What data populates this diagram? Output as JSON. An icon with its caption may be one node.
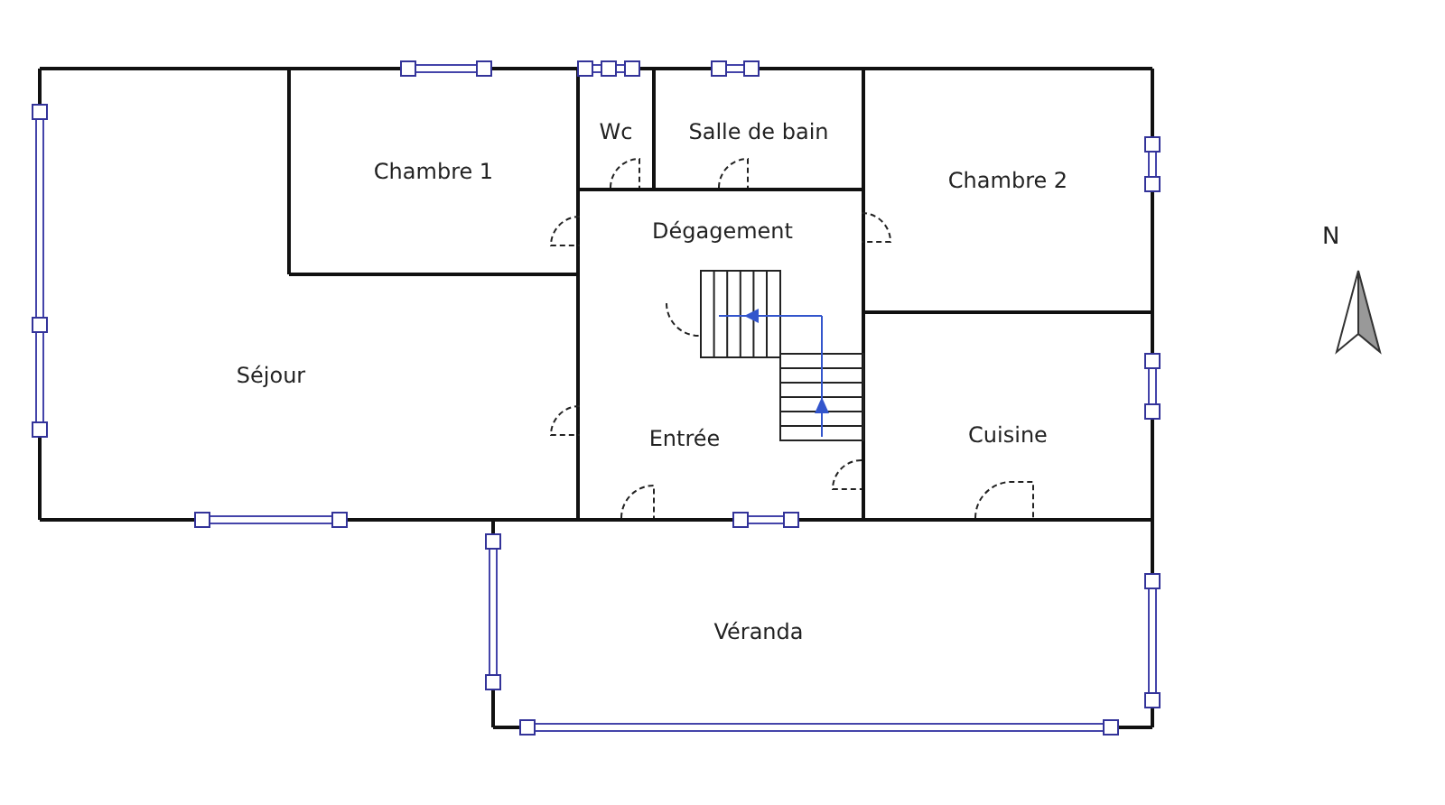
{
  "diagram": {
    "nodes": [
      {
        "text": [
          "Chambre 1"
        ]
      },
      {
        "text": [
          "Wc"
        ]
      },
      {
        "text": [
          "Salle de bain"
        ]
      },
      {
        "text": [
          "Chambre 2"
        ]
      },
      {
        "text": [
          "Dégagement"
        ]
      },
      {
        "text": [
          "Séjour"
        ]
      },
      {
        "text": [
          "Entrée"
        ]
      },
      {
        "text": [
          "Cuisine"
        ]
      },
      {
        "text": [
          "Véranda"
        ]
      }
    ],
    "labels": [
      "N"
    ]
  }
}
